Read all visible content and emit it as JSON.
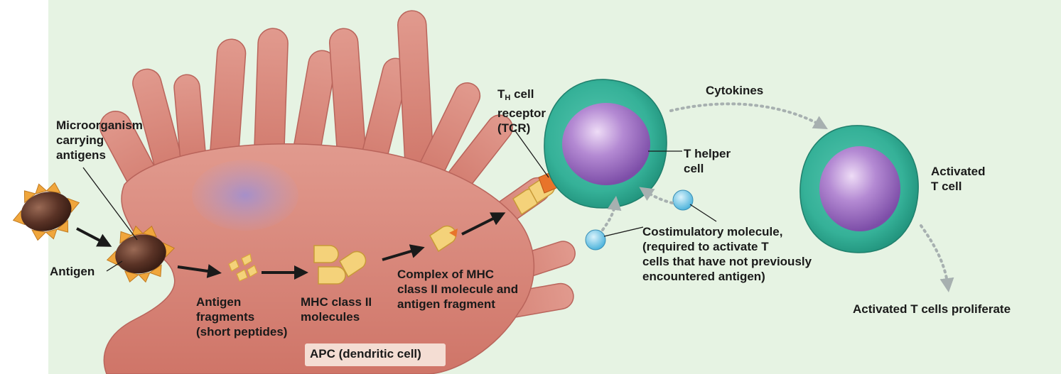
{
  "labels": {
    "microorganism": [
      "Microorganism",
      "carrying",
      "antigens"
    ],
    "antigen": "Antigen",
    "antigen_fragments": [
      "Antigen",
      "fragments",
      "(short peptides)"
    ],
    "mhc_molecules": [
      "MHC class II",
      "molecules"
    ],
    "complex": [
      "Complex of MHC",
      "class II molecule and",
      "antigen fragment"
    ],
    "th_receptor": {
      "prefix": "T",
      "subscript": "H",
      "suffix": " cell",
      "line2": "receptor",
      "line3": "(TCR)"
    },
    "t_helper": [
      "T helper",
      "cell"
    ],
    "cytokines": "Cytokines",
    "activated_t_cell": [
      "Activated",
      "T cell"
    ],
    "costimulatory": [
      "Costimulatory molecule,",
      "(required to activate T",
      "cells that have not previously",
      "encountered antigen)"
    ],
    "proliferate": "Activated T cells proliferate",
    "apc": "APC (dendritic cell)"
  },
  "colors": {
    "background": "#e6f3e3",
    "apc_cell": "#d9857a",
    "apc_shadow": "#b9645b",
    "nucleus_apc": "#a898c8",
    "t_cell_membrane": "#3bb39a",
    "t_cell_nucleus": "#9a6bc0",
    "antigen_body": "#5a3326",
    "antigen_spike": "#f0a63c",
    "mhc": "#f4d27a",
    "tcr": "#e8742a",
    "costim": "#6cc3e3",
    "arrow": "#1a1a1a",
    "dotted_arrow": "#9fa8a8"
  }
}
